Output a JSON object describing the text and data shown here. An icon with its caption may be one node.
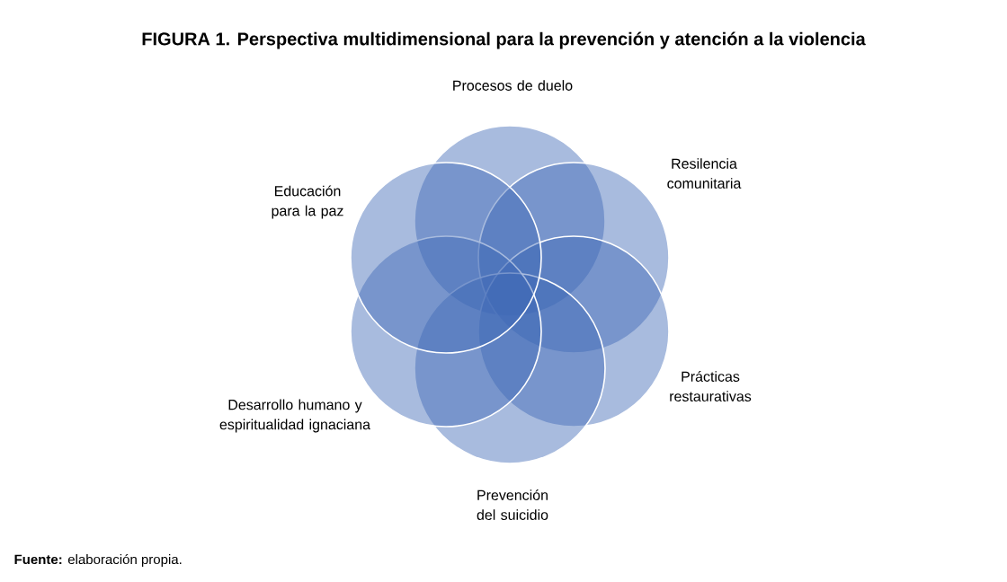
{
  "diagram": {
    "title": "FIGURA 1. Perspectiva multidimensional para la prevención y atención a la violencia",
    "nodes": [
      {
        "text": [
          "Procesos de duelo"
        ]
      },
      {
        "text": [
          "Resilencia comunitaria"
        ]
      },
      {
        "text": [
          "Prácticas restaurativas"
        ]
      },
      {
        "text": [
          "Prevención del suicidio"
        ]
      },
      {
        "text": [
          "Desarrollo humano y espiritualidad ignaciana"
        ]
      },
      {
        "text": [
          "Educación para la paz"
        ]
      }
    ],
    "caption": "**Fuente:** elaboración propia."
  }
}
